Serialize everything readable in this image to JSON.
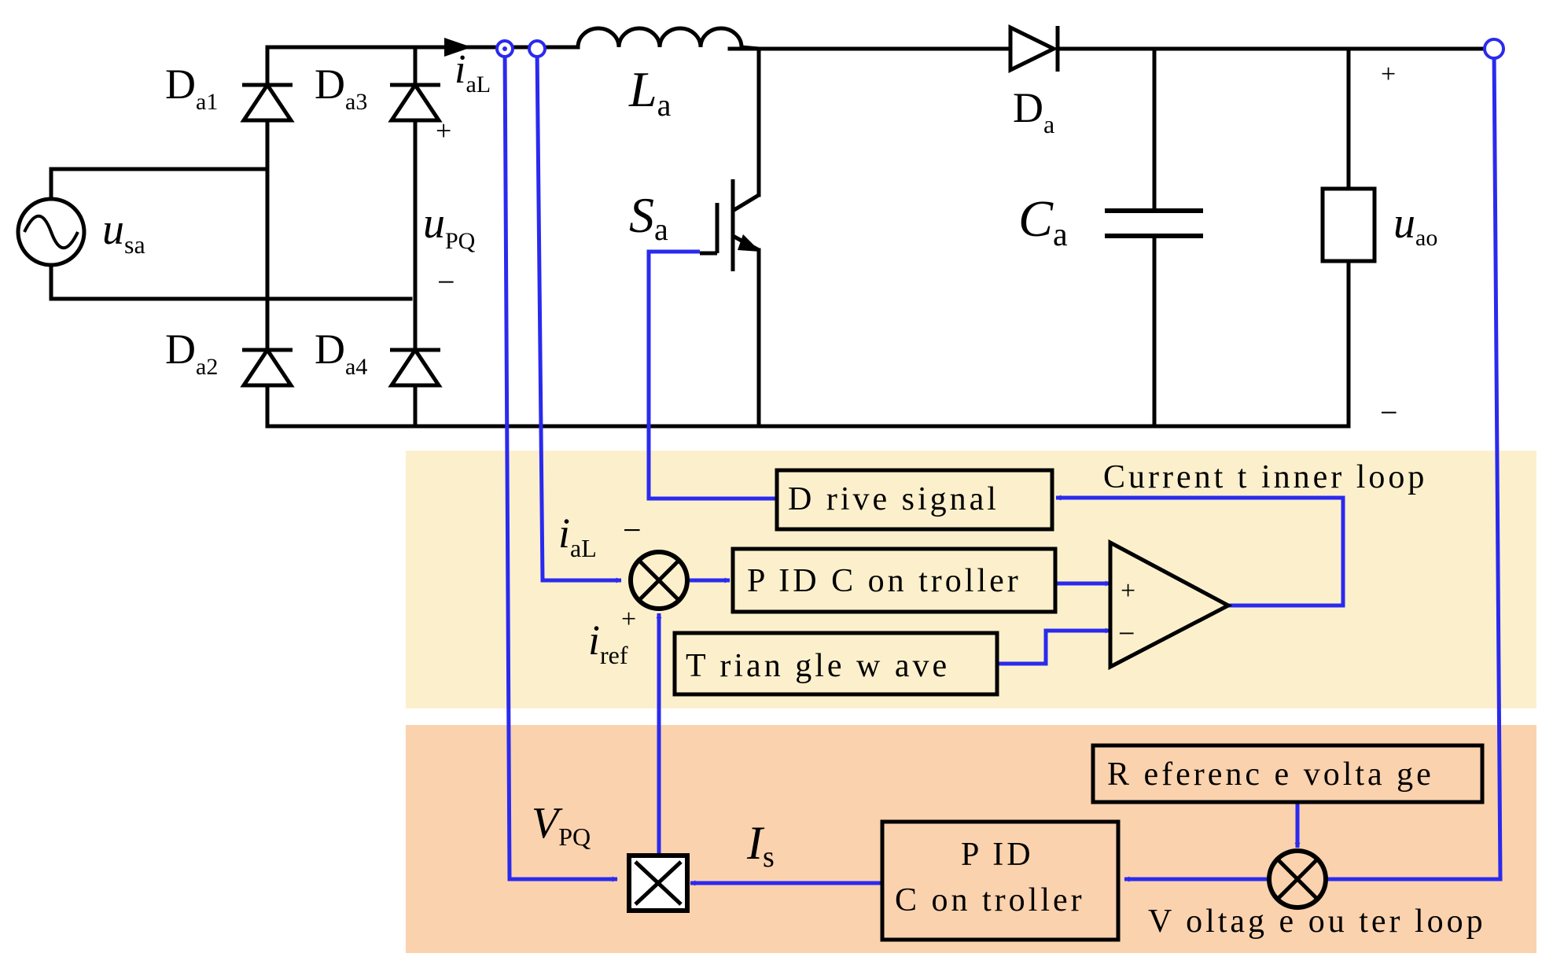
{
  "colors": {
    "wire": "#000000",
    "signal": "#2a2aee",
    "current_loop_bg": "#fcf0cc",
    "voltage_loop_bg": "#fbd2ae"
  },
  "circuit": {
    "source": {
      "main": "u",
      "sub": "sa"
    },
    "diodes": [
      {
        "main": "D",
        "sub": "a1"
      },
      {
        "main": "D",
        "sub": "a3"
      },
      {
        "main": "D",
        "sub": "a2"
      },
      {
        "main": "D",
        "sub": "a4"
      }
    ],
    "current_sensor": {
      "main": "i",
      "sub": "aL"
    },
    "rectified_voltage": {
      "main": "u",
      "sub": "PQ",
      "plus": "+",
      "minus": "−"
    },
    "inductor": {
      "main": "L",
      "sub": "a"
    },
    "switch": {
      "main": "S",
      "sub": "a"
    },
    "output_diode": {
      "main": "D",
      "sub": "a"
    },
    "capacitor": {
      "main": "C",
      "sub": "a"
    },
    "load": {
      "main": "u",
      "sub": "ao",
      "plus": "+",
      "minus": "−"
    }
  },
  "current_loop": {
    "title": "Current t inner loop",
    "drive_signal": "D rive signal",
    "pid": "P ID  C on troller",
    "triangle": "T rian gle  w ave",
    "feedback": {
      "main": "i",
      "sub": "aL",
      "sign": "−"
    },
    "reference": {
      "main": "i",
      "sub": "ref",
      "sign": "+"
    },
    "comparator_plus": "+",
    "comparator_minus": "−"
  },
  "voltage_loop": {
    "title": "V oltag e  ou ter  loop",
    "reference_voltage": "R eferenc e volta ge",
    "pid_line1": "P ID",
    "pid_line2": "C on troller",
    "vpq": {
      "main": "V",
      "sub": "PQ"
    },
    "is": {
      "main": "I",
      "sub": "s"
    }
  }
}
